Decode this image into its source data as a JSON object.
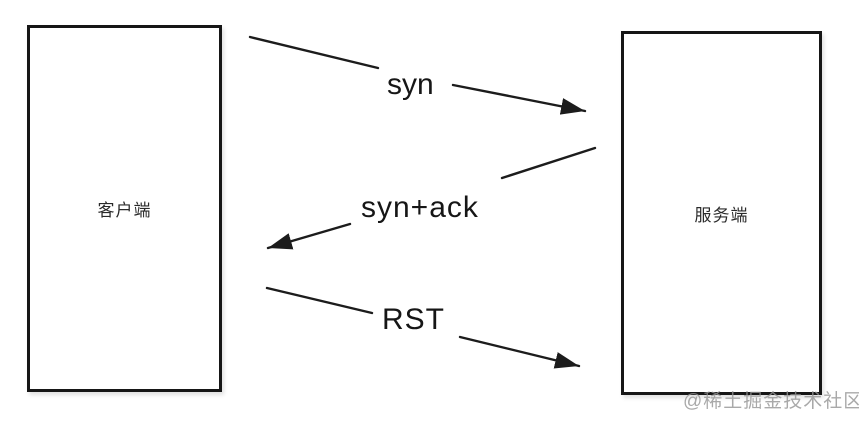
{
  "diagram": {
    "title_hint": "TCP connection reset sequence",
    "nodes": [
      {
        "id": "client",
        "label": "客户端"
      },
      {
        "id": "server",
        "label": "服务端"
      }
    ],
    "messages": [
      {
        "label": "syn",
        "from": "client",
        "to": "server"
      },
      {
        "label": "syn+ack",
        "from": "server",
        "to": "client"
      },
      {
        "label": "RST",
        "from": "client",
        "to": "server"
      }
    ],
    "watermark": "@稀土掘金技术社区"
  },
  "colors": {
    "line": "#1c1c1c",
    "box_border": "#161616",
    "label_text": "#161616",
    "node_text": "#2a2a2a",
    "watermark": "#949494",
    "background": "#ffffff"
  }
}
